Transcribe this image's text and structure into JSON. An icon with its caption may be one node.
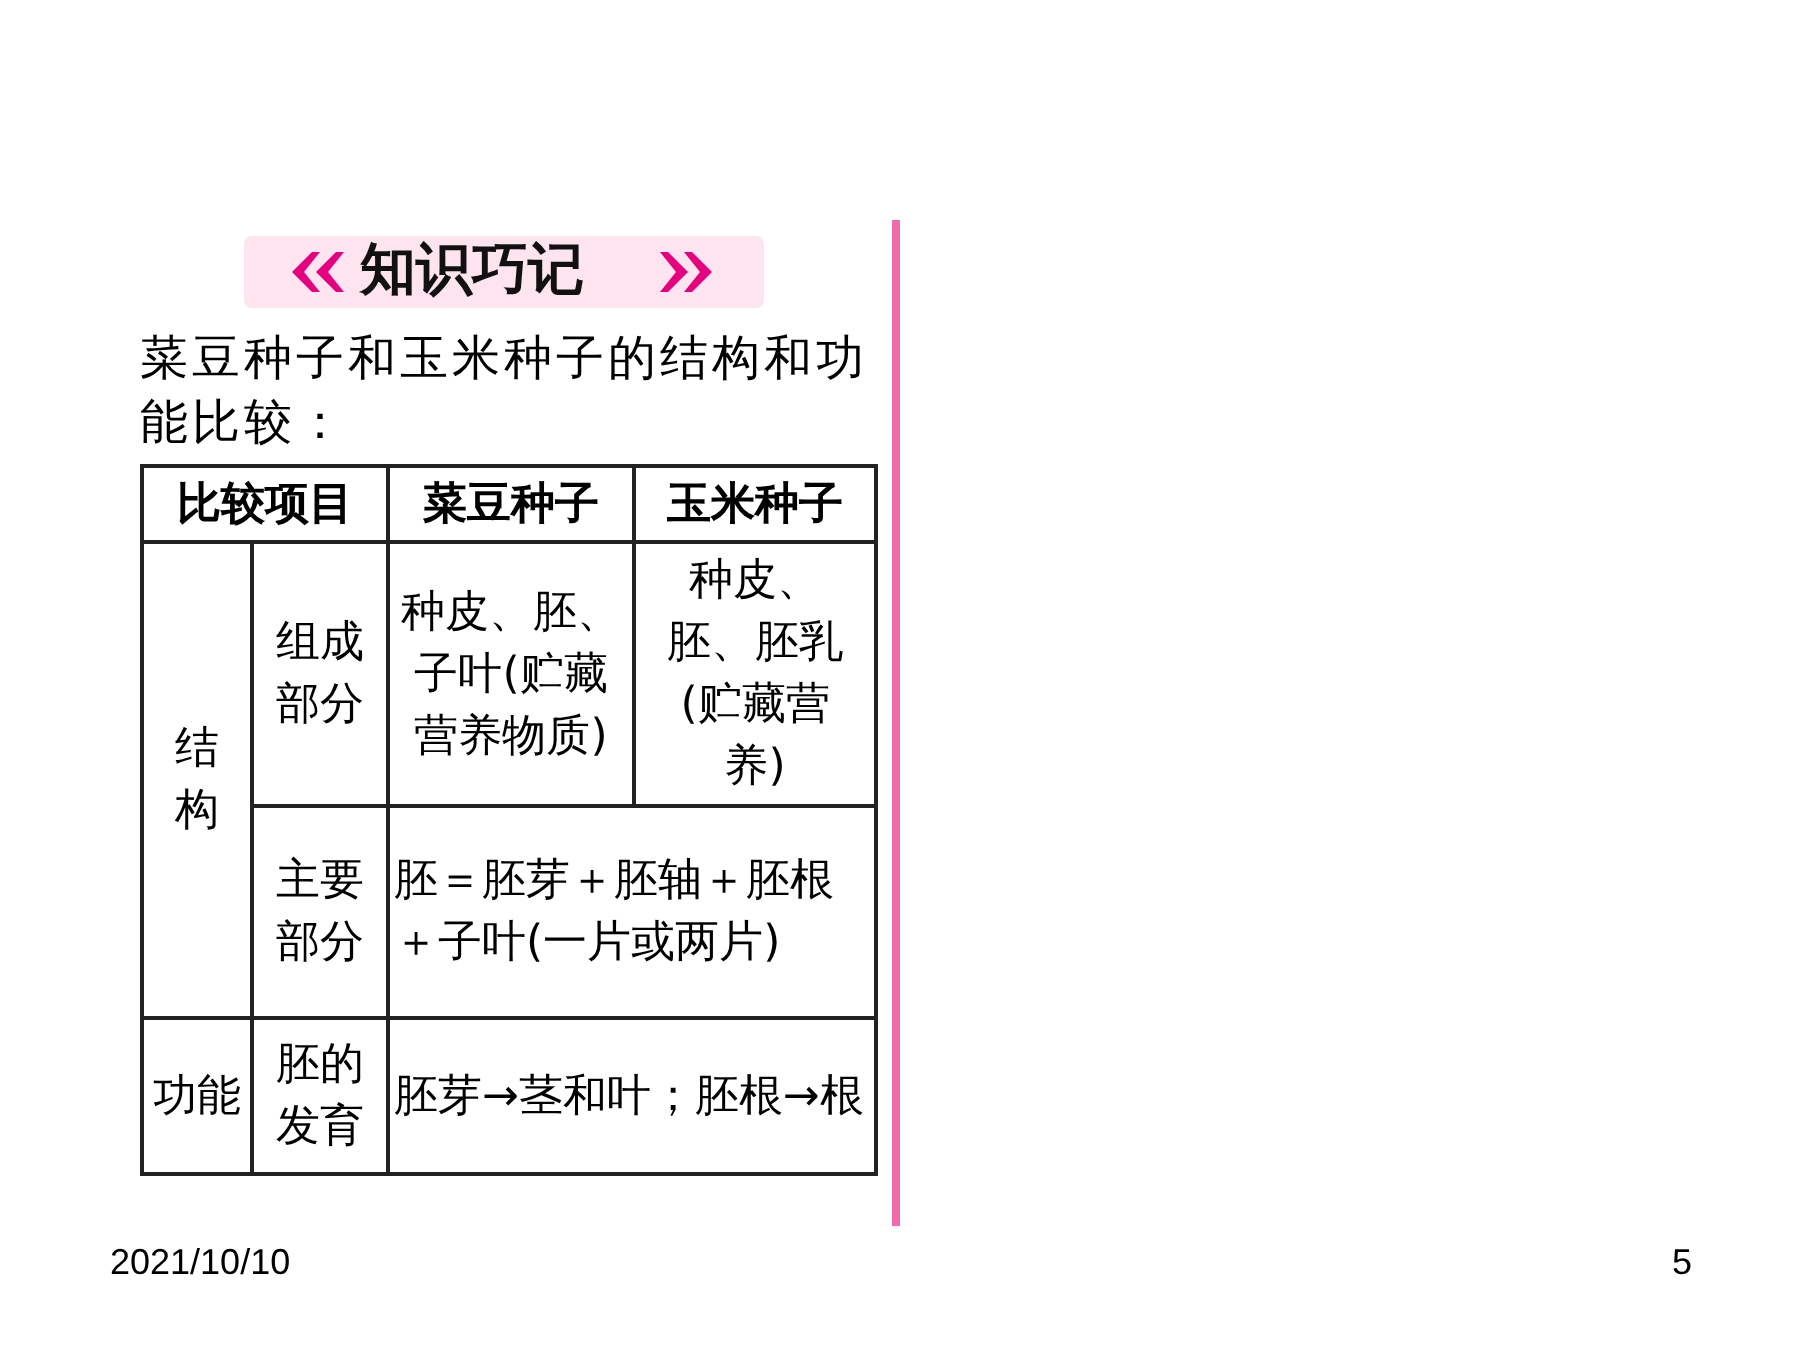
{
  "diagram": {
    "title": "知识巧记",
    "labels": [
      "菜豆种子和玉米种子的结构和功能比较：",
      "比较项目",
      "菜豆种子",
      "玉米种子",
      "结构",
      "组成部分",
      "种皮、胚、子叶(贮藏营养物质)",
      "种皮、胚、胚乳(贮藏营养)",
      "主要部分",
      "胚＝胚芽＋胚轴＋胚根＋子叶(一片或两片)",
      "功能",
      "胚的发育",
      "胚芽→茎和叶；胚根→根",
      "2021/10/10",
      "5"
    ]
  }
}
